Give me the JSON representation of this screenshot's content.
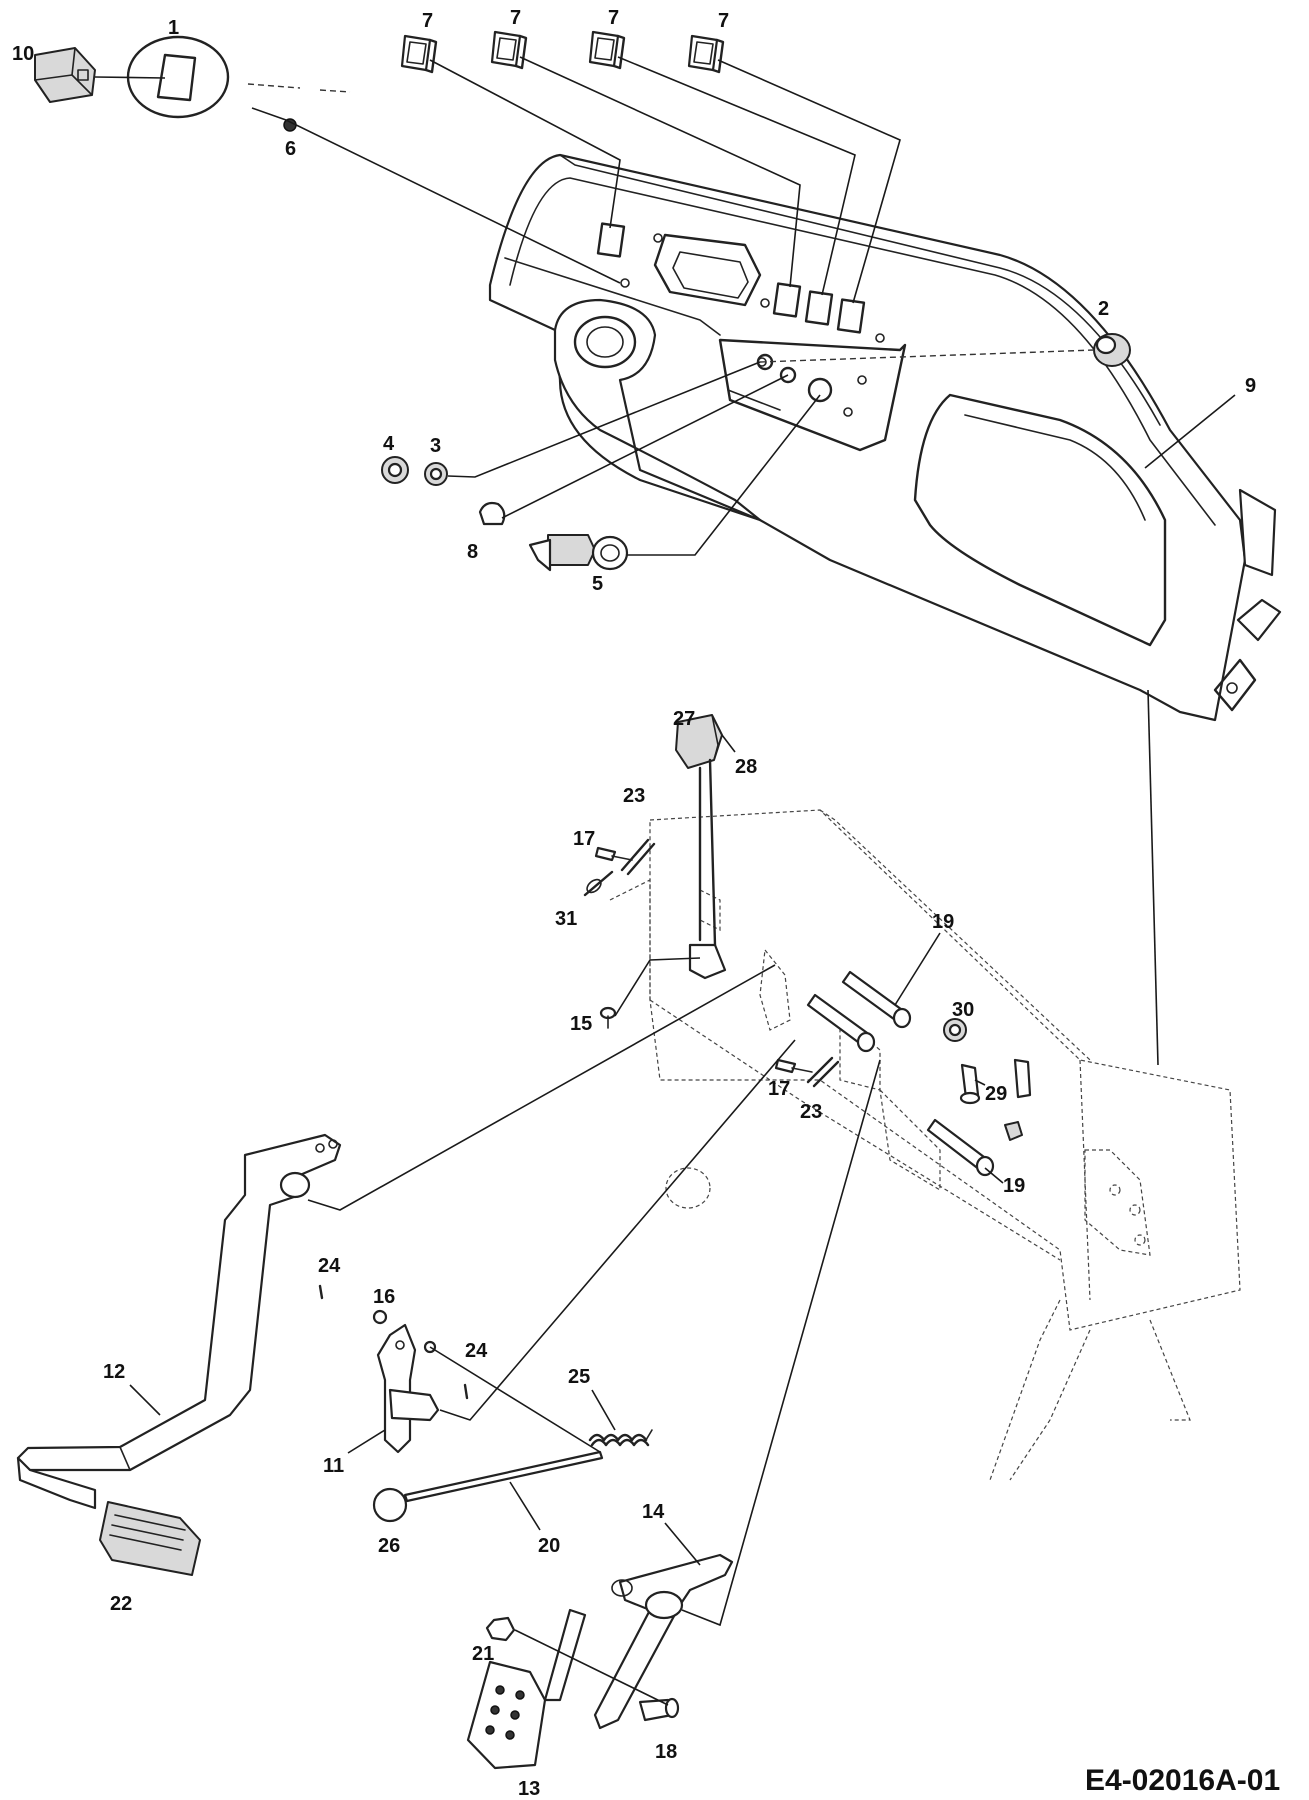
{
  "diagram": {
    "drawing_code": "E4-02016A-01",
    "parts": [
      {
        "id": "p1",
        "label": "1"
      },
      {
        "id": "p2",
        "label": "2"
      },
      {
        "id": "p3",
        "label": "3"
      },
      {
        "id": "p4",
        "label": "4"
      },
      {
        "id": "p5",
        "label": "5"
      },
      {
        "id": "p6",
        "label": "6"
      },
      {
        "id": "p7a",
        "label": "7"
      },
      {
        "id": "p7b",
        "label": "7"
      },
      {
        "id": "p7c",
        "label": "7"
      },
      {
        "id": "p7d",
        "label": "7"
      },
      {
        "id": "p8",
        "label": "8"
      },
      {
        "id": "p9",
        "label": "9"
      },
      {
        "id": "p10",
        "label": "10"
      },
      {
        "id": "p11",
        "label": "11"
      },
      {
        "id": "p12",
        "label": "12"
      },
      {
        "id": "p13",
        "label": "13"
      },
      {
        "id": "p14",
        "label": "14"
      },
      {
        "id": "p15",
        "label": "15"
      },
      {
        "id": "p16",
        "label": "16"
      },
      {
        "id": "p17a",
        "label": "17"
      },
      {
        "id": "p17b",
        "label": "17"
      },
      {
        "id": "p18",
        "label": "18"
      },
      {
        "id": "p19a",
        "label": "19"
      },
      {
        "id": "p19b",
        "label": "19"
      },
      {
        "id": "p20",
        "label": "20"
      },
      {
        "id": "p21",
        "label": "21"
      },
      {
        "id": "p22",
        "label": "22"
      },
      {
        "id": "p23a",
        "label": "23"
      },
      {
        "id": "p23b",
        "label": "23"
      },
      {
        "id": "p24a",
        "label": "24"
      },
      {
        "id": "p24b",
        "label": "24"
      },
      {
        "id": "p25",
        "label": "25"
      },
      {
        "id": "p26",
        "label": "26"
      },
      {
        "id": "p27",
        "label": "27"
      },
      {
        "id": "p28",
        "label": "28"
      },
      {
        "id": "p29",
        "label": "29"
      },
      {
        "id": "p30",
        "label": "30"
      },
      {
        "id": "p31",
        "label": "31"
      }
    ]
  }
}
